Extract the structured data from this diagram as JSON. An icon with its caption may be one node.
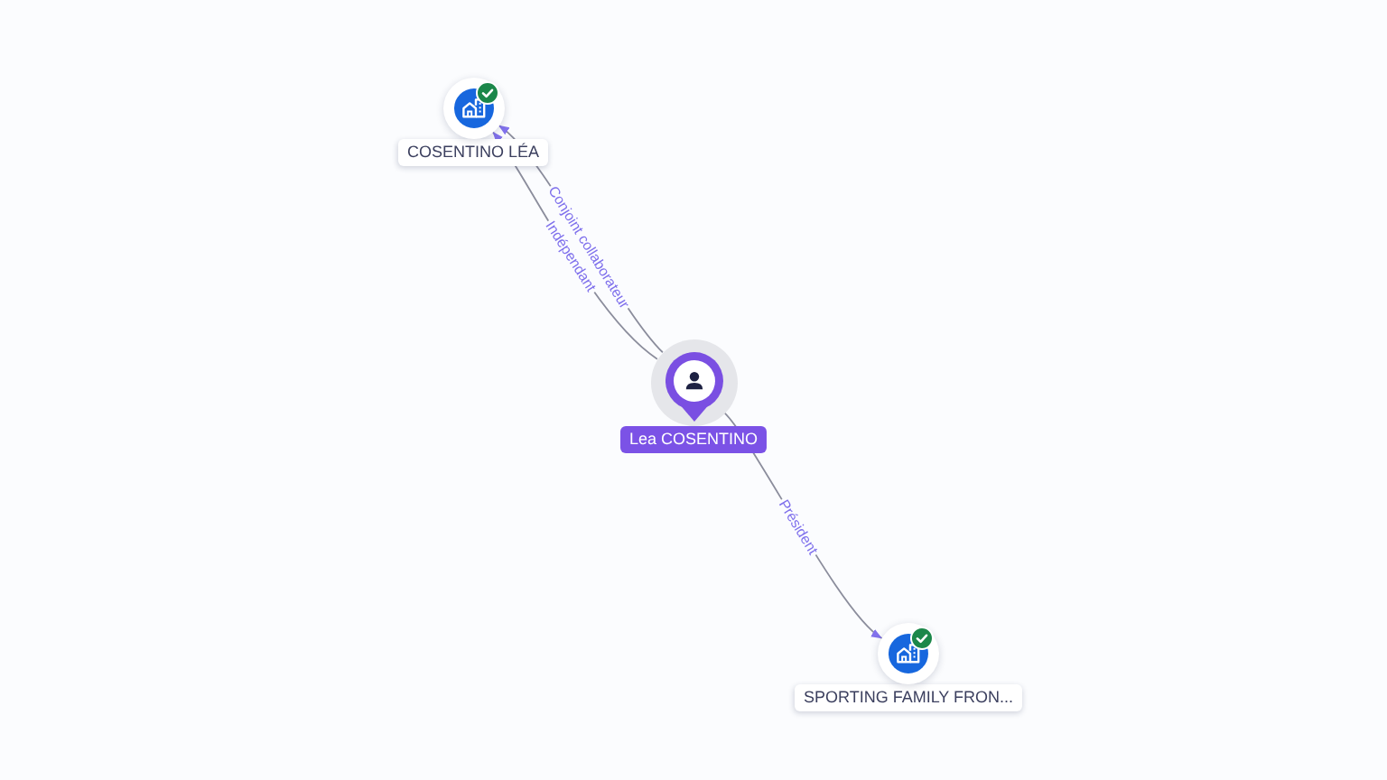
{
  "diagram": {
    "nodes": [
      {
        "text": [
          "COSENTINO LÉA"
        ]
      },
      {
        "text": [
          "Lea COSENTINO"
        ]
      },
      {
        "text": [
          "SPORTING FAMILY FRON..."
        ]
      }
    ],
    "edges": [
      {
        "from": 1,
        "to": 0,
        "arrow": "to",
        "label": "Conjoint collaborateur"
      },
      {
        "from": 1,
        "to": 0,
        "arrow": "to",
        "label": "Indépendant"
      },
      {
        "from": 1,
        "to": 2,
        "arrow": "to",
        "label": "Président"
      }
    ]
  }
}
